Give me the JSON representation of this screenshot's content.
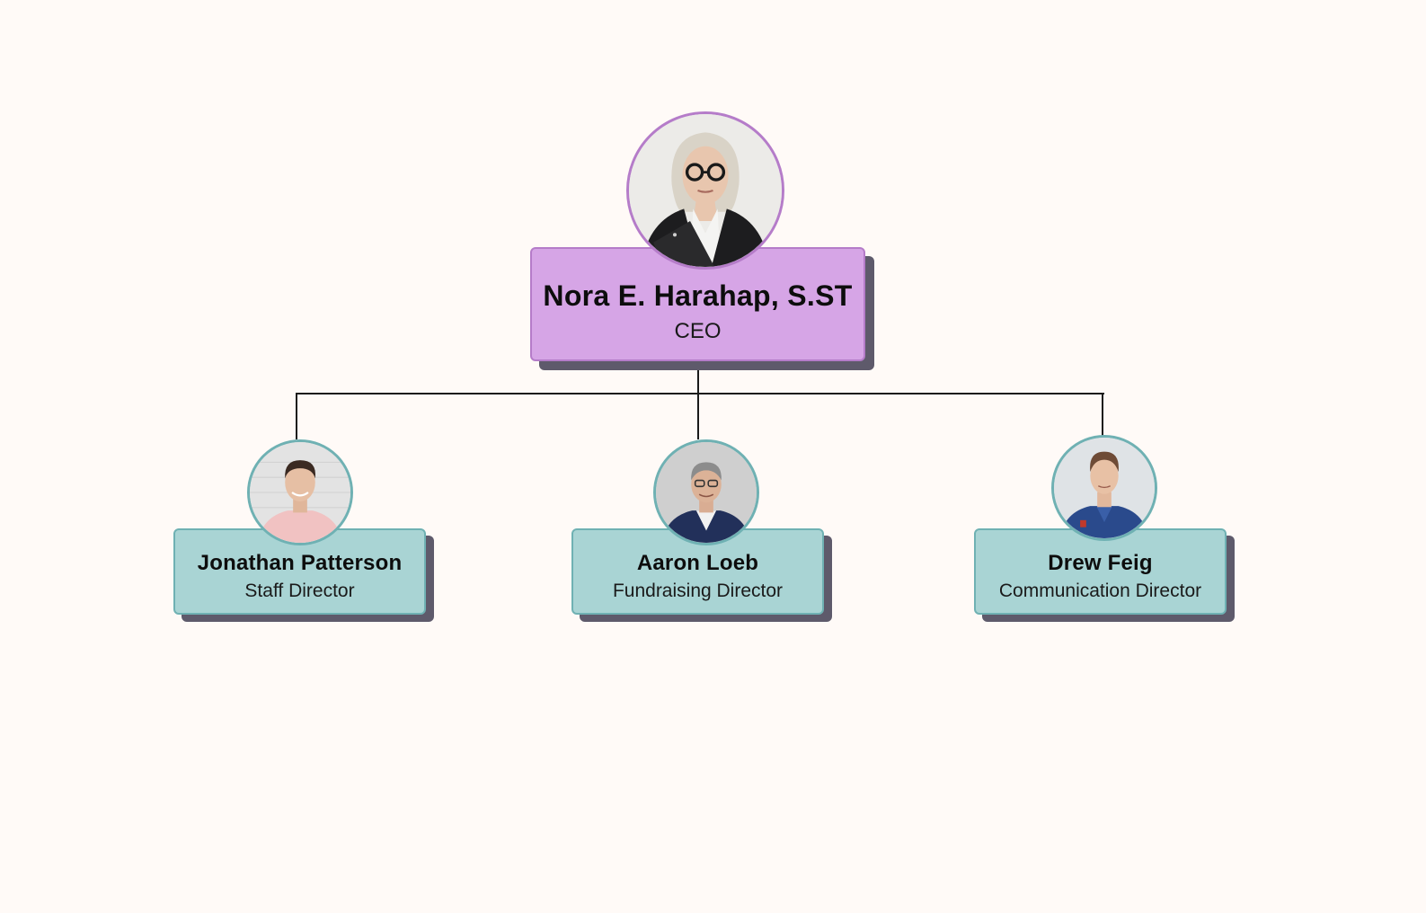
{
  "chart": {
    "root": {
      "name": "Nora E. Harahap, S.ST",
      "role": "CEO",
      "photo": "portrait-woman-glasses-black-blazer"
    },
    "children": [
      {
        "name": "Jonathan Patterson",
        "role": "Staff Director",
        "photo": "portrait-man-pink-shirt"
      },
      {
        "name": "Aaron Loeb",
        "role": "Fundraising Director",
        "photo": "portrait-man-grey-hair-navy-suit"
      },
      {
        "name": "Drew Feig",
        "role": "Communication Director",
        "photo": "portrait-man-blue-suit"
      }
    ]
  },
  "colors": {
    "background": "#fffaf7",
    "ceo_card": "#d6a5e6",
    "ceo_border": "#b57cc9",
    "director_card": "#a9d4d4",
    "director_border": "#6fb1b3",
    "shadow": "#5e5a6b",
    "connector": "#1a1a1a"
  }
}
